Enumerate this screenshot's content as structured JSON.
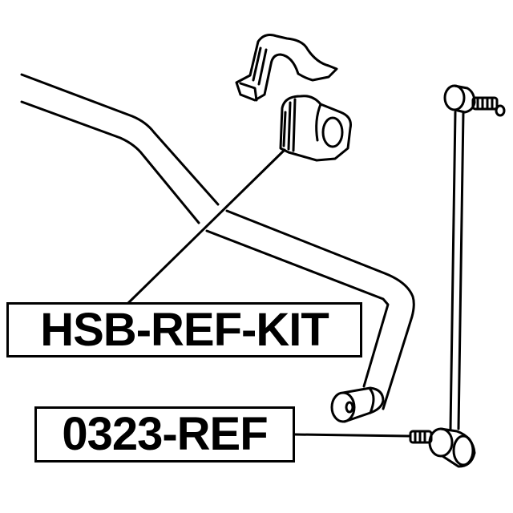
{
  "diagram": {
    "title": "Stabilizer bar bushing and link parts diagram",
    "colors": {
      "line": "#000000",
      "background": "#ffffff"
    },
    "parts": [
      {
        "id": "bushing-clamp",
        "description": "stabilizer bar bushing bracket"
      },
      {
        "id": "bushing",
        "description": "stabilizer bar rubber bushing"
      },
      {
        "id": "stabilizer-bar",
        "description": "stabilizer (sway) bar"
      },
      {
        "id": "stabilizer-link",
        "description": "stabilizer link with ball joints"
      }
    ],
    "labels": [
      {
        "text": "HSB-REF-KIT",
        "points_to": "bushing"
      },
      {
        "text": "0323-REF",
        "points_to": "stabilizer-link"
      }
    ]
  }
}
